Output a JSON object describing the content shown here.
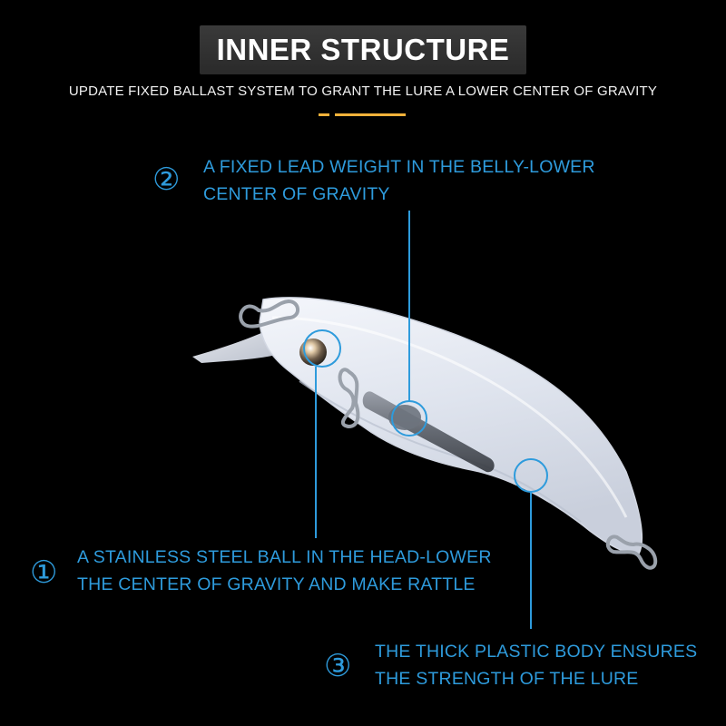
{
  "header": {
    "title": "INNER STRUCTURE",
    "subtitle": "UPDATE FIXED BALLAST SYSTEM TO GRANT THE LURE A LOWER CENTER OF GRAVITY"
  },
  "callouts": [
    {
      "number": "①",
      "lines": [
        "A STAINLESS STEEL BALL IN THE HEAD-LOWER",
        "THE CENTER OF GRAVITY AND MAKE RATTLE"
      ]
    },
    {
      "number": "②",
      "lines": [
        "A FIXED LEAD WEIGHT IN THE BELLY-LOWER",
        "CENTER OF GRAVITY"
      ]
    },
    {
      "number": "③",
      "lines": [
        "THE THICK PLASTIC BODY ENSURES",
        "THE STRENGTH OF THE LURE"
      ]
    }
  ],
  "colors": {
    "background": "#000000",
    "accent_blue": "#2e9bdc",
    "accent_yellow": "#f3b23a",
    "title_box": "#333333"
  }
}
